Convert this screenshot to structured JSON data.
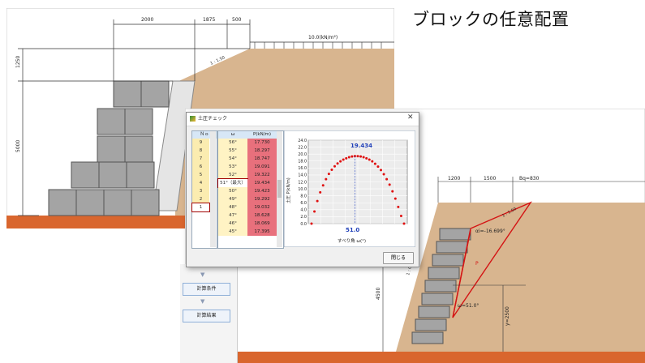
{
  "heading": "ブロックの任意配置",
  "back_drawing": {
    "dims": [
      "2000",
      "1875",
      "500"
    ],
    "load_label": "10.0(kN/m²)",
    "slope_label": "1 : 1.50",
    "heights": [
      "1250",
      "5000"
    ]
  },
  "dialog": {
    "title": "土圧チェック",
    "col_no": "Ｎｏ",
    "col_omega": "ω",
    "col_pf": "P(kN/m)",
    "rows": [
      {
        "no": "9",
        "omega": "56°",
        "pf": "17.730"
      },
      {
        "no": "8",
        "omega": "55°",
        "pf": "18.297"
      },
      {
        "no": "7",
        "omega": "54°",
        "pf": "18.747"
      },
      {
        "no": "6",
        "omega": "53°",
        "pf": "19.091"
      },
      {
        "no": "5",
        "omega": "52°",
        "pf": "19.322"
      },
      {
        "no": "4",
        "omega": "51°（最大）",
        "pf": "19.434"
      },
      {
        "no": "3",
        "omega": "50°",
        "pf": "19.423"
      },
      {
        "no": "2",
        "omega": "49°",
        "pf": "19.292"
      },
      {
        "no": "1",
        "omega": "48°",
        "pf": "19.032"
      },
      {
        "no": "",
        "omega": "47°",
        "pf": "18.628"
      },
      {
        "no": "",
        "omega": "46°",
        "pf": "18.069"
      },
      {
        "no": "",
        "omega": "45°",
        "pf": "17.395"
      }
    ],
    "close_label": "閉じる"
  },
  "chart_data": {
    "type": "scatter",
    "xlabel": "すべり角 ω(°)",
    "ylabel": "土圧 P(kN/m)",
    "ylim": [
      0,
      24
    ],
    "yticks": [
      "24.0",
      "22.0",
      "20.0",
      "18.0",
      "16.0",
      "14.0",
      "12.0",
      "10.0",
      "8.0",
      "6.0",
      "4.0",
      "2.0",
      "0.0"
    ],
    "peak_value_label": "19.434",
    "peak_x_label": "51.0",
    "grid": true,
    "points": [
      0,
      3.5,
      6.5,
      9.0,
      11.0,
      12.8,
      14.3,
      15.5,
      16.5,
      17.3,
      17.9,
      18.4,
      18.8,
      19.1,
      19.3,
      19.43,
      19.4,
      19.3,
      19.1,
      18.8,
      18.4,
      17.9,
      17.2,
      16.4,
      15.4,
      14.2,
      12.8,
      11.2,
      9.3,
      7.2,
      4.8,
      2.2,
      0
    ]
  },
  "sidebar": {
    "item1": "計算条件",
    "item2": "計算結果"
  },
  "front_drawing": {
    "dims": [
      "1200",
      "1500",
      "Bq=830"
    ],
    "slope_label": "1 : 1.50",
    "alpha_label": "αi=-16.699°",
    "omega_label": "ω=51.0°",
    "p_label": "P",
    "h_left": "4500",
    "h_right": "y=2500",
    "wall_slope": "1 : 0.30"
  }
}
